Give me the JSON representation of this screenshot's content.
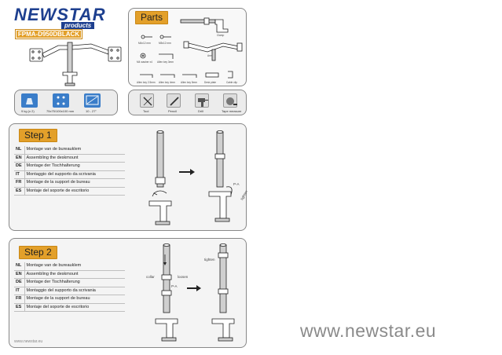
{
  "header": {
    "brand": "NEWSTAR",
    "brand_sub": "products",
    "model": "FPMA-D950DBLACK"
  },
  "parts": {
    "title": "Parts",
    "items": [
      {
        "label": "M4x12 mm"
      },
      {
        "label": "M5x12 mm"
      },
      {
        "label": "M4 washer x4"
      },
      {
        "label": "Allen key 3mm"
      },
      {
        "label": "Allen key 2.5mm"
      },
      {
        "label": "Allen key 4mm"
      },
      {
        "label": "Allen key 5mm"
      },
      {
        "label": "Desk plate"
      },
      {
        "label": "Cable clip"
      },
      {
        "label": "Clamp"
      },
      {
        "label": "Arm"
      }
    ]
  },
  "specs": {
    "items": [
      {
        "icon": "weight-icon",
        "label": "9 kg (x 2)"
      },
      {
        "icon": "vesa-icon",
        "label": "75x75/100x100 mm"
      },
      {
        "icon": "screen-size-icon",
        "label": "10 - 27\""
      }
    ]
  },
  "tools": {
    "items": [
      {
        "icon": "screwdriver-icon",
        "label": "Tool"
      },
      {
        "icon": "pencil-icon",
        "label": "Pencil"
      },
      {
        "icon": "drill-icon",
        "label": "Drill"
      },
      {
        "icon": "tape-measure-icon",
        "label": "Tape measure"
      }
    ]
  },
  "step1": {
    "title": "Step 1",
    "rows": [
      {
        "code": "NL",
        "text": "Montage van de bureauklem"
      },
      {
        "code": "EN",
        "text": "Assembling the deskmount"
      },
      {
        "code": "DE",
        "text": "Montage der Tischhalterung"
      },
      {
        "code": "IT",
        "text": "Montaggio del supporto da scrivania"
      },
      {
        "code": "FR",
        "text": "Montage de la support de bureau"
      },
      {
        "code": "ES",
        "text": "Montaje del soporte de escritorio"
      }
    ],
    "annotations": {
      "a": "P-A",
      "b": "tighten"
    }
  },
  "step2": {
    "title": "Step 2",
    "rows": [
      {
        "code": "NL",
        "text": "Montage van de bureauklem"
      },
      {
        "code": "EN",
        "text": "Assembling the deskmount"
      },
      {
        "code": "DE",
        "text": "Montage der Tischhalterung"
      },
      {
        "code": "IT",
        "text": "Montaggio del supporto da scrivania"
      },
      {
        "code": "FR",
        "text": "Montage de la support de bureau"
      },
      {
        "code": "ES",
        "text": "Montaje del soporte de escritorio"
      }
    ],
    "annotations": {
      "collar": "collar",
      "loosen": "loosen",
      "pa": "P-A",
      "tighten": "tighten"
    }
  },
  "footer": {
    "small_url": "www.newstar.eu",
    "big_url": "www.newstar.eu"
  },
  "colors": {
    "accent": "#e3a02a",
    "brand": "#1d3f8f",
    "spec_blue": "#3a7dc9"
  }
}
